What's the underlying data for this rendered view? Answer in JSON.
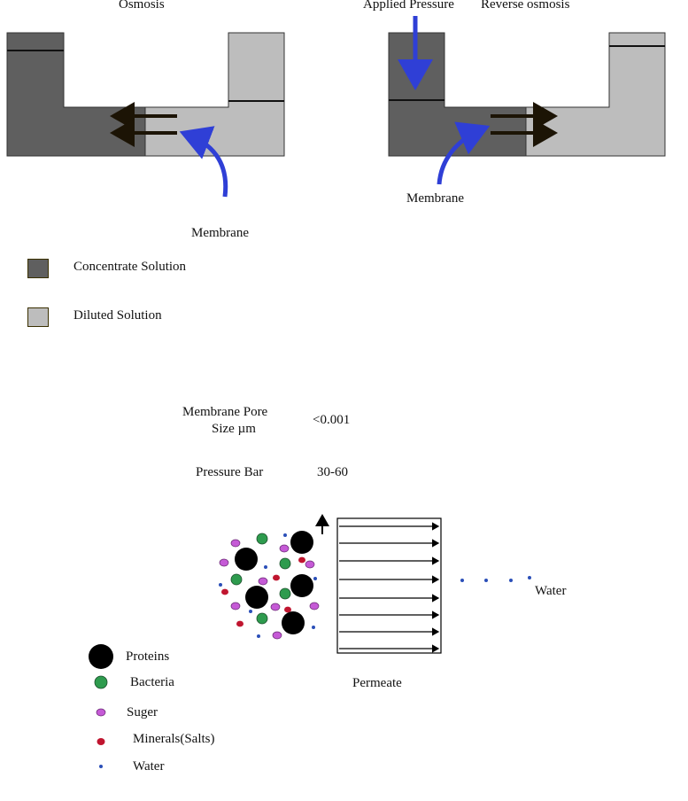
{
  "osmosis": {
    "title": "Osmosis",
    "membrane_label": "Membrane"
  },
  "reverse_osmosis": {
    "applied_pressure_label": "Applied Pressure",
    "title": "Reverse osmosis",
    "membrane_label": "Membrane"
  },
  "legend": {
    "concentrate_label": "Concentrate Solution",
    "diluted_label": "Diluted Solution"
  },
  "specs": {
    "pore_size_label_line1": "Membrane Pore",
    "pore_size_label_line2": "Size µm",
    "pore_size_value": "<0.001",
    "pressure_label": "Pressure Bar",
    "pressure_value": "30-60"
  },
  "filtration": {
    "permeate_label": "Permeate",
    "water_label": "Water"
  },
  "particle_legend": [
    {
      "label": "Proteins",
      "color": "#000000"
    },
    {
      "label": "Bacteria",
      "color": "#2e9b4e"
    },
    {
      "label": "Suger",
      "color": "#c55ad6"
    },
    {
      "label": "Minerals(Salts)",
      "color": "#c0152f"
    },
    {
      "label": "Water",
      "color": "#2b4fb8"
    }
  ],
  "colors": {
    "concentrate": "#5f5f5f",
    "diluted": "#bdbdbd",
    "arrow_blue": "#2f3fd6"
  }
}
